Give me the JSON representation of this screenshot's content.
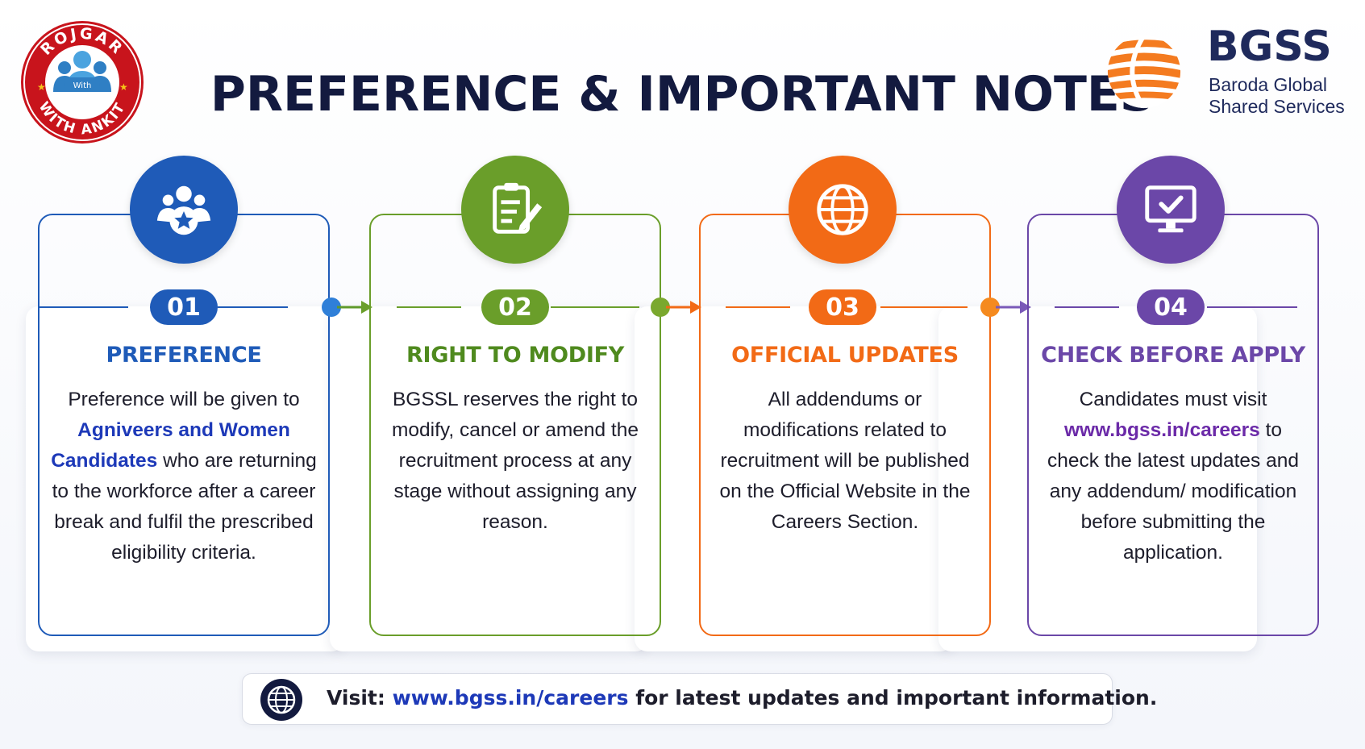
{
  "logos": {
    "left": {
      "top_text": "ROJGAR",
      "center_text": "With",
      "bottom_text": "WITH ANKIT"
    },
    "right": {
      "brand": "BGSS",
      "line1": "Baroda Global",
      "line2": "Shared Services"
    }
  },
  "page_title": "PREFERENCE & IMPORTANT NOTES",
  "colors": {
    "blue": "#1f5bb8",
    "green": "#6a9e2a",
    "orange": "#f26a16",
    "purple": "#6b47a8",
    "title": "#131a3f"
  },
  "cards": [
    {
      "number": "01",
      "title": "PREFERENCE",
      "icon": "people-star-icon",
      "text_pre": "Preference will be given to",
      "text_highlight": "Agniveers and Women Candidates",
      "text_post": "who are returning to the workforce after a career break and fulfil the prescribed eligibility criteria."
    },
    {
      "number": "02",
      "title": "RIGHT TO MODIFY",
      "icon": "clipboard-edit-icon",
      "text": "BGSSL reserves the right to modify, cancel or amend the recruitment process at any stage without assigning any reason."
    },
    {
      "number": "03",
      "title": "OFFICIAL UPDATES",
      "icon": "globe-icon",
      "text": "All addendums or modifications related to recruitment will be published on the Official Website in the Careers Section."
    },
    {
      "number": "04",
      "title": "CHECK BEFORE APPLY",
      "icon": "monitor-check-icon",
      "text_pre": "Candidates must visit",
      "text_highlight": "www.bgss.in/careers",
      "text_post": "to check the latest updates and any addendum/ modification before submitting the application."
    }
  ],
  "footer": {
    "icon": "globe-icon",
    "prefix": "Visit:",
    "link": "www.bgss.in/careers",
    "suffix": "for latest updates and important information."
  }
}
